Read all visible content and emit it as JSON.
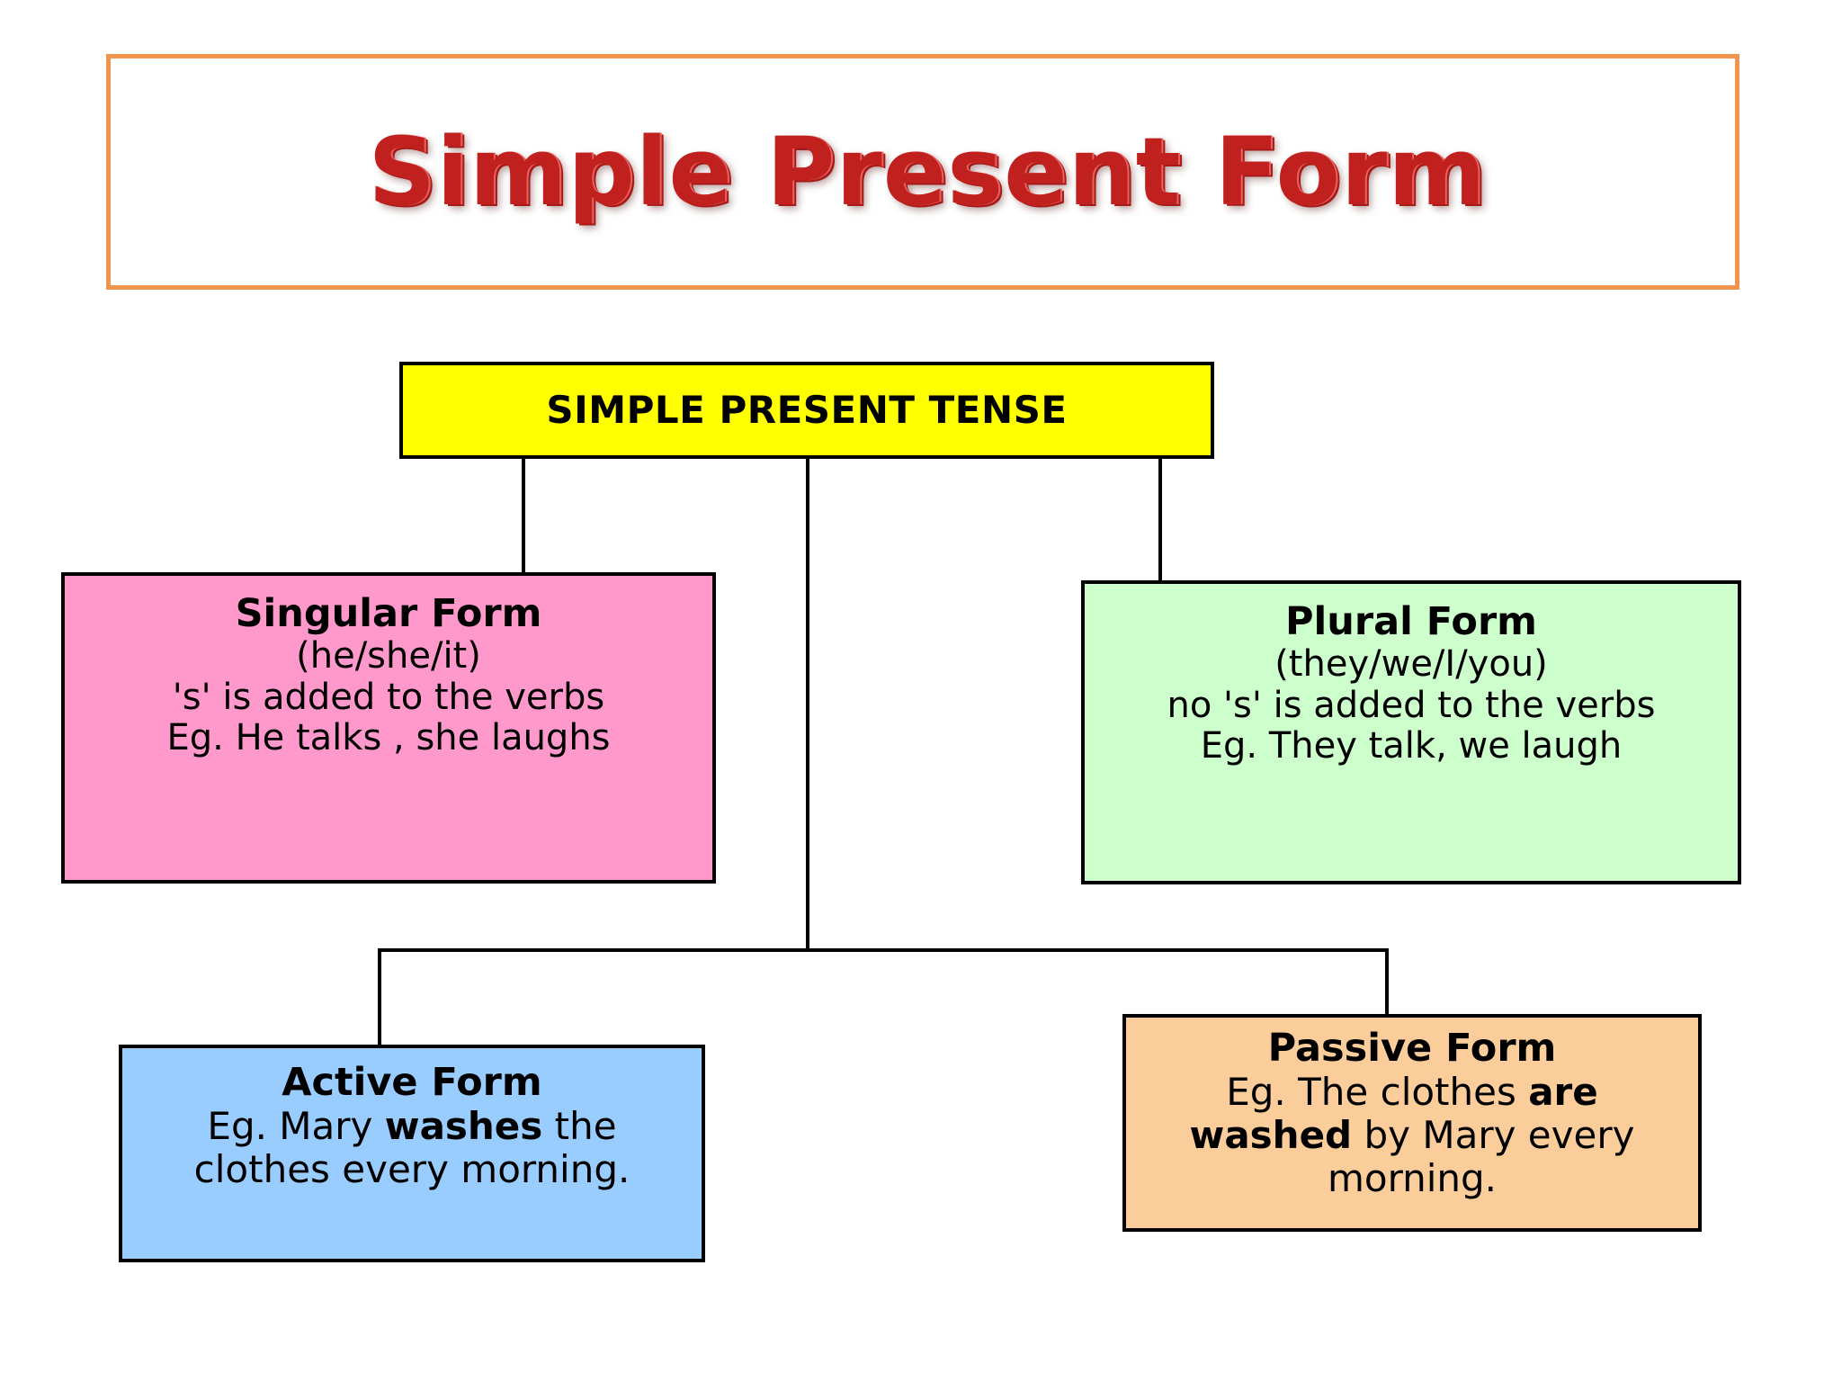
{
  "page": {
    "title": "Simple Present Form",
    "background_color": "#FFFFFF"
  },
  "title_frame": {
    "heading": "Simple Present Form",
    "border_color": "#F0944E",
    "text_color": "#C0201E"
  },
  "diagram": {
    "type": "tree",
    "root": {
      "id": "simple-present-tense",
      "label": "SIMPLE PRESENT TENSE",
      "fill_color": "#FFFF00",
      "border_color": "#000000"
    },
    "nodes": [
      {
        "id": "singular-form",
        "heading": "Singular Form",
        "fill_color": "#FF99CC",
        "border_color": "#000000",
        "lines": [
          "(he/she/it)",
          "'s' is added to the verbs",
          "Eg. He talks , she laughs"
        ]
      },
      {
        "id": "plural-form",
        "heading": "Plural Form",
        "fill_color": "#CCFFCC",
        "border_color": "#000000",
        "lines": [
          "(they/we/I/you)",
          "no 's' is added to the verbs",
          "Eg. They talk, we laugh"
        ]
      },
      {
        "id": "active-form",
        "heading": "Active Form",
        "fill_color": "#99CCFF",
        "border_color": "#000000",
        "lines_rich": [
          [
            {
              "t": "Eg. Mary ",
              "b": false
            },
            {
              "t": "washes",
              "b": true
            },
            {
              "t": " the",
              "b": false
            }
          ],
          [
            {
              "t": "clothes every morning.",
              "b": false
            }
          ]
        ]
      },
      {
        "id": "passive-form",
        "heading": "Passive Form",
        "fill_color": "#FACD9B",
        "border_color": "#000000",
        "lines_rich": [
          [
            {
              "t": "Eg. The clothes ",
              "b": false
            },
            {
              "t": "are",
              "b": true
            }
          ],
          [
            {
              "t": "washed",
              "b": true
            },
            {
              "t": " by Mary every",
              "b": false
            }
          ],
          [
            {
              "t": "morning.",
              "b": false
            }
          ]
        ]
      }
    ],
    "connector_color": "#000000"
  }
}
